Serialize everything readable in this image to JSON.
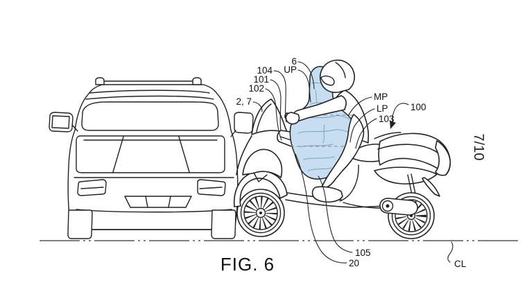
{
  "figure": {
    "caption": "FIG. 6",
    "page_number": "7/10"
  },
  "labels": {
    "ref_6": "6",
    "up": "UP",
    "ref_104": "104",
    "ref_101": "101",
    "ref_102": "102",
    "ref_2_7": "2, 7",
    "mp": "MP",
    "lp": "LP",
    "ref_103": "103",
    "ref_100": "100",
    "ref_105": "105",
    "ref_20": "20",
    "cl": "CL"
  },
  "colors": {
    "airbag_fill": "#C7DEF2",
    "airbag_wrinkle": "#7FA0BC",
    "line": "#1C1C1C"
  }
}
